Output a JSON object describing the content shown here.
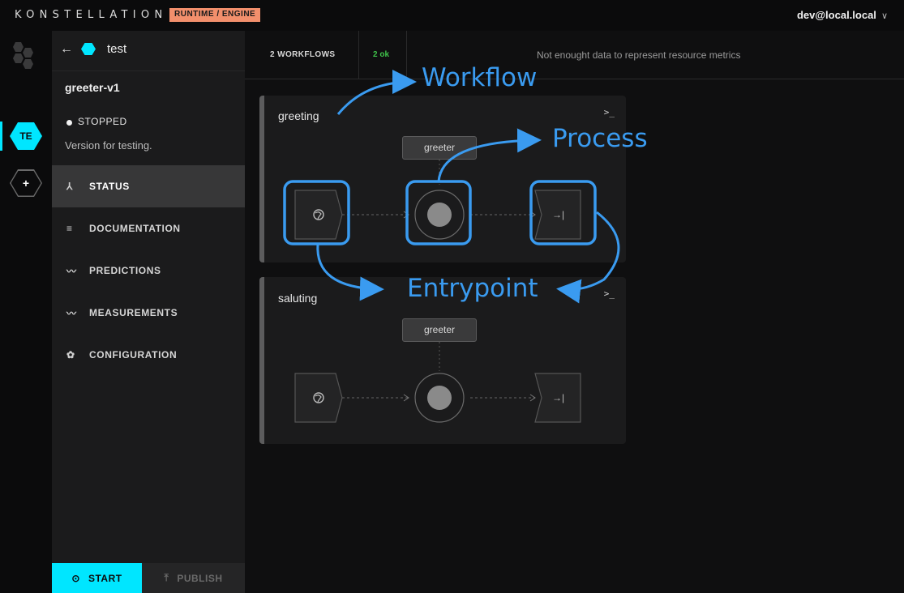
{
  "app": {
    "logo": "KONSTELLATION",
    "runtime_badge": "RUNTIME / ENGINE",
    "user": "dev@local.local",
    "user_chevron": "∨"
  },
  "rail": {
    "active_runtime": "TE",
    "add_label": "+"
  },
  "sidebar": {
    "back_icon": "←",
    "project_name": "test",
    "version_name": "greeter-v1",
    "status": "STOPPED",
    "description": "Version for testing.",
    "nav": [
      {
        "label": "STATUS",
        "icon": "⅄",
        "active": true
      },
      {
        "label": "DOCUMENTATION",
        "icon": "≡",
        "active": false
      },
      {
        "label": "PREDICTIONS",
        "icon": "〰",
        "active": false
      },
      {
        "label": "MEASUREMENTS",
        "icon": "〰",
        "active": false
      },
      {
        "label": "CONFIGURATION",
        "icon": "✿",
        "active": false
      }
    ],
    "start_icon": "⊙",
    "start_label": "START",
    "publish_icon": "⤒",
    "publish_label": "PUBLISH"
  },
  "metrics": {
    "workflows": "2 WORKFLOWS",
    "ok": "2 ok",
    "message": "Not enought data to represent resource metrics"
  },
  "workflows": [
    {
      "name": "greeting",
      "process": "greeter",
      "terminal": ">_",
      "entry_icon": "globe-icon",
      "exit_icon": "→|"
    },
    {
      "name": "saluting",
      "process": "greeter",
      "terminal": ">_",
      "entry_icon": "globe-icon",
      "exit_icon": "→|"
    }
  ],
  "annotations": {
    "workflow": "Workflow",
    "process": "Process",
    "entrypoint": "Entrypoint",
    "color": "#3a9bf0"
  },
  "colors": {
    "accent": "#00e6ff",
    "badge": "#f28f6c",
    "ok": "#3fc24a"
  }
}
